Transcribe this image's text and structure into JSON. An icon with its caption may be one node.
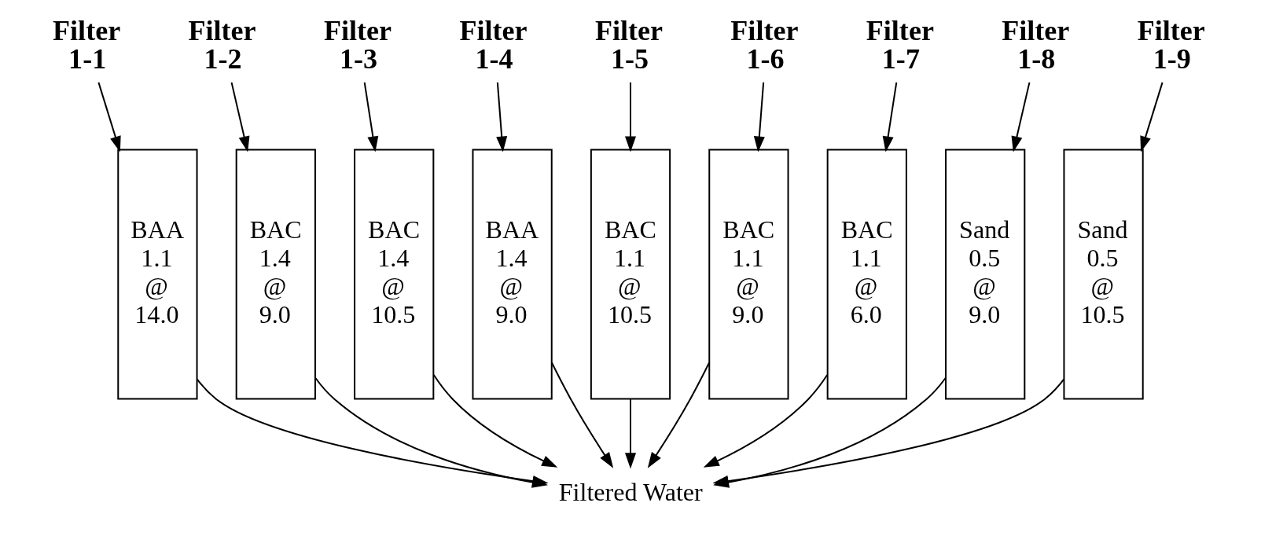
{
  "diagram": {
    "nodes": [
      {
        "text": [
          "Filter 1-1"
        ]
      },
      {
        "text": [
          "Filter 1-2"
        ]
      },
      {
        "text": [
          "Filter 1-3"
        ]
      },
      {
        "text": [
          "Filter 1-4"
        ]
      },
      {
        "text": [
          "Filter 1-5"
        ]
      },
      {
        "text": [
          "Filter 1-6"
        ]
      },
      {
        "text": [
          "Filter 1-7"
        ]
      },
      {
        "text": [
          "Filter 1-8"
        ]
      },
      {
        "text": [
          "Filter 1-9"
        ]
      },
      {
        "text": [
          "BAA 1.1 @ 14.0"
        ]
      },
      {
        "text": [
          "BAC 1.4 @ 9.0"
        ]
      },
      {
        "text": [
          "BAC 1.4 @ 10.5"
        ]
      },
      {
        "text": [
          "BAA 1.4 @ 9.0"
        ]
      },
      {
        "text": [
          "BAC 1.1 @ 10.5"
        ]
      },
      {
        "text": [
          "BAC 1.1 @ 9.0"
        ]
      },
      {
        "text": [
          "BAC 1.1 @ 6.0"
        ]
      },
      {
        "text": [
          "Sand 0.5 @ 9.0"
        ]
      },
      {
        "text": [
          "Sand 0.5 @ 10.5"
        ]
      },
      {
        "text": [
          "Filtered Water"
        ]
      }
    ],
    "edges": [
      {
        "from": 0,
        "to": 9,
        "arrow": "to"
      },
      {
        "from": 1,
        "to": 10,
        "arrow": "to"
      },
      {
        "from": 2,
        "to": 11,
        "arrow": "to"
      },
      {
        "from": 3,
        "to": 12,
        "arrow": "to"
      },
      {
        "from": 4,
        "to": 13,
        "arrow": "to"
      },
      {
        "from": 5,
        "to": 14,
        "arrow": "to"
      },
      {
        "from": 6,
        "to": 15,
        "arrow": "to"
      },
      {
        "from": 7,
        "to": 16,
        "arrow": "to"
      },
      {
        "from": 8,
        "to": 17,
        "arrow": "to"
      },
      {
        "from": 9,
        "to": 18,
        "arrow": "to"
      },
      {
        "from": 10,
        "to": 18,
        "arrow": "to"
      },
      {
        "from": 11,
        "to": 18,
        "arrow": "to"
      },
      {
        "from": 12,
        "to": 18,
        "arrow": "to"
      },
      {
        "from": 13,
        "to": 18,
        "arrow": "to"
      },
      {
        "from": 14,
        "to": 18,
        "arrow": "to"
      },
      {
        "from": 15,
        "to": 18,
        "arrow": "to"
      },
      {
        "from": 16,
        "to": 18,
        "arrow": "to"
      },
      {
        "from": 17,
        "to": 18,
        "arrow": "to"
      }
    ]
  }
}
